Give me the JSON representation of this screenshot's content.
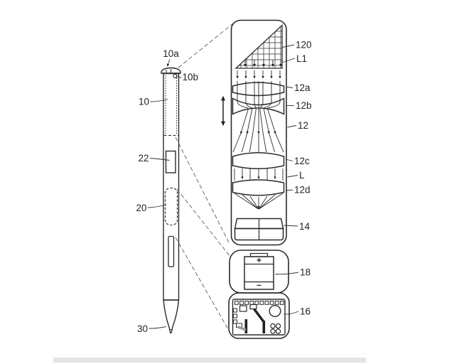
{
  "figure": {
    "labels": {
      "n10a": "10a",
      "n10b": "10b",
      "n10": "10",
      "n22": "22",
      "n20": "20",
      "n30": "30",
      "n120": "120",
      "nL1": "L1",
      "n12a": "12a",
      "n12b": "12b",
      "n12": "12",
      "n12c": "12c",
      "nL": "L",
      "n12d": "12d",
      "n14": "14",
      "n18": "18",
      "n16": "16"
    },
    "battery": {
      "positive": "+",
      "negative": "–"
    },
    "colors": {
      "line": "#2b2b2b",
      "background": "#ffffff",
      "footer_bar": "#e4e4e4"
    }
  }
}
